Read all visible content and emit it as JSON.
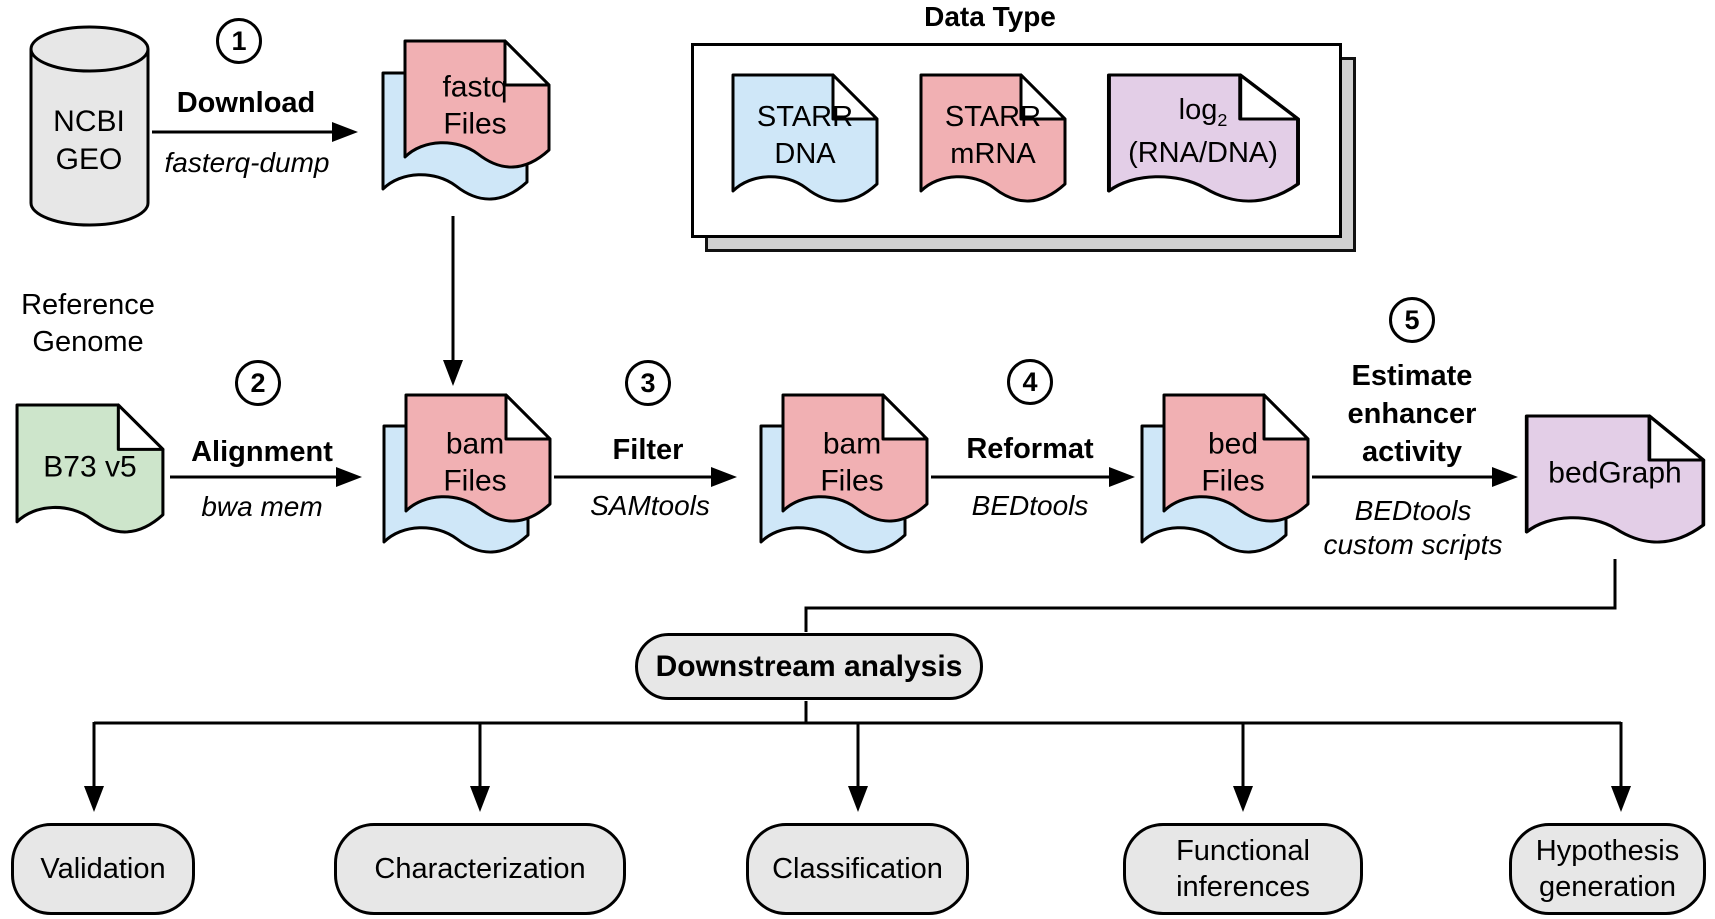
{
  "colors": {
    "doc_pink": "#f1b0b3",
    "doc_blue": "#cfe7f8",
    "doc_green": "#cde5cb",
    "doc_purple": "#e3cee7",
    "node_gray": "#e7e7e7",
    "legend_shadow": "#d0d0d0",
    "line": "#000000"
  },
  "source_db": {
    "line1": "NCBI",
    "line2": "GEO"
  },
  "reference": {
    "line1": "Reference",
    "line2": "Genome",
    "doc_label": "B73 v5"
  },
  "steps": [
    {
      "number": "1",
      "action_lines": [
        "Download"
      ],
      "tool_lines": [
        "fasterq-dump"
      ]
    },
    {
      "number": "2",
      "action_lines": [
        "Alignment"
      ],
      "tool_lines": [
        "bwa mem"
      ]
    },
    {
      "number": "3",
      "action_lines": [
        "Filter"
      ],
      "tool_lines": [
        "SAMtools"
      ]
    },
    {
      "number": "4",
      "action_lines": [
        "Reformat"
      ],
      "tool_lines": [
        "BEDtools"
      ]
    },
    {
      "number": "5",
      "action_lines": [
        "Estimate",
        "enhancer",
        "activity"
      ],
      "tool_lines": [
        "BEDtools",
        "custom scripts"
      ]
    }
  ],
  "files": {
    "fastq": {
      "line1": "fastq",
      "line2": "Files"
    },
    "bam1": {
      "line1": "bam",
      "line2": "Files"
    },
    "bam2": {
      "line1": "bam",
      "line2": "Files"
    },
    "bed": {
      "line1": "bed",
      "line2": "Files"
    },
    "bedgraph": {
      "label": "bedGraph"
    }
  },
  "legend": {
    "title": "Data Type",
    "items": [
      {
        "line1": "STARR",
        "line2": "DNA"
      },
      {
        "line1": "STARR",
        "line2": "mRNA"
      },
      {
        "line1": "log",
        "line1_sub": "2",
        "line2": "(RNA/DNA)"
      }
    ]
  },
  "downstream": {
    "label": "Downstream analysis"
  },
  "outputs": [
    {
      "lines": [
        "Validation"
      ]
    },
    {
      "lines": [
        "Characterization"
      ]
    },
    {
      "lines": [
        "Classification"
      ]
    },
    {
      "lines": [
        "Functional",
        "inferences"
      ]
    },
    {
      "lines": [
        "Hypothesis",
        "generation"
      ]
    }
  ]
}
